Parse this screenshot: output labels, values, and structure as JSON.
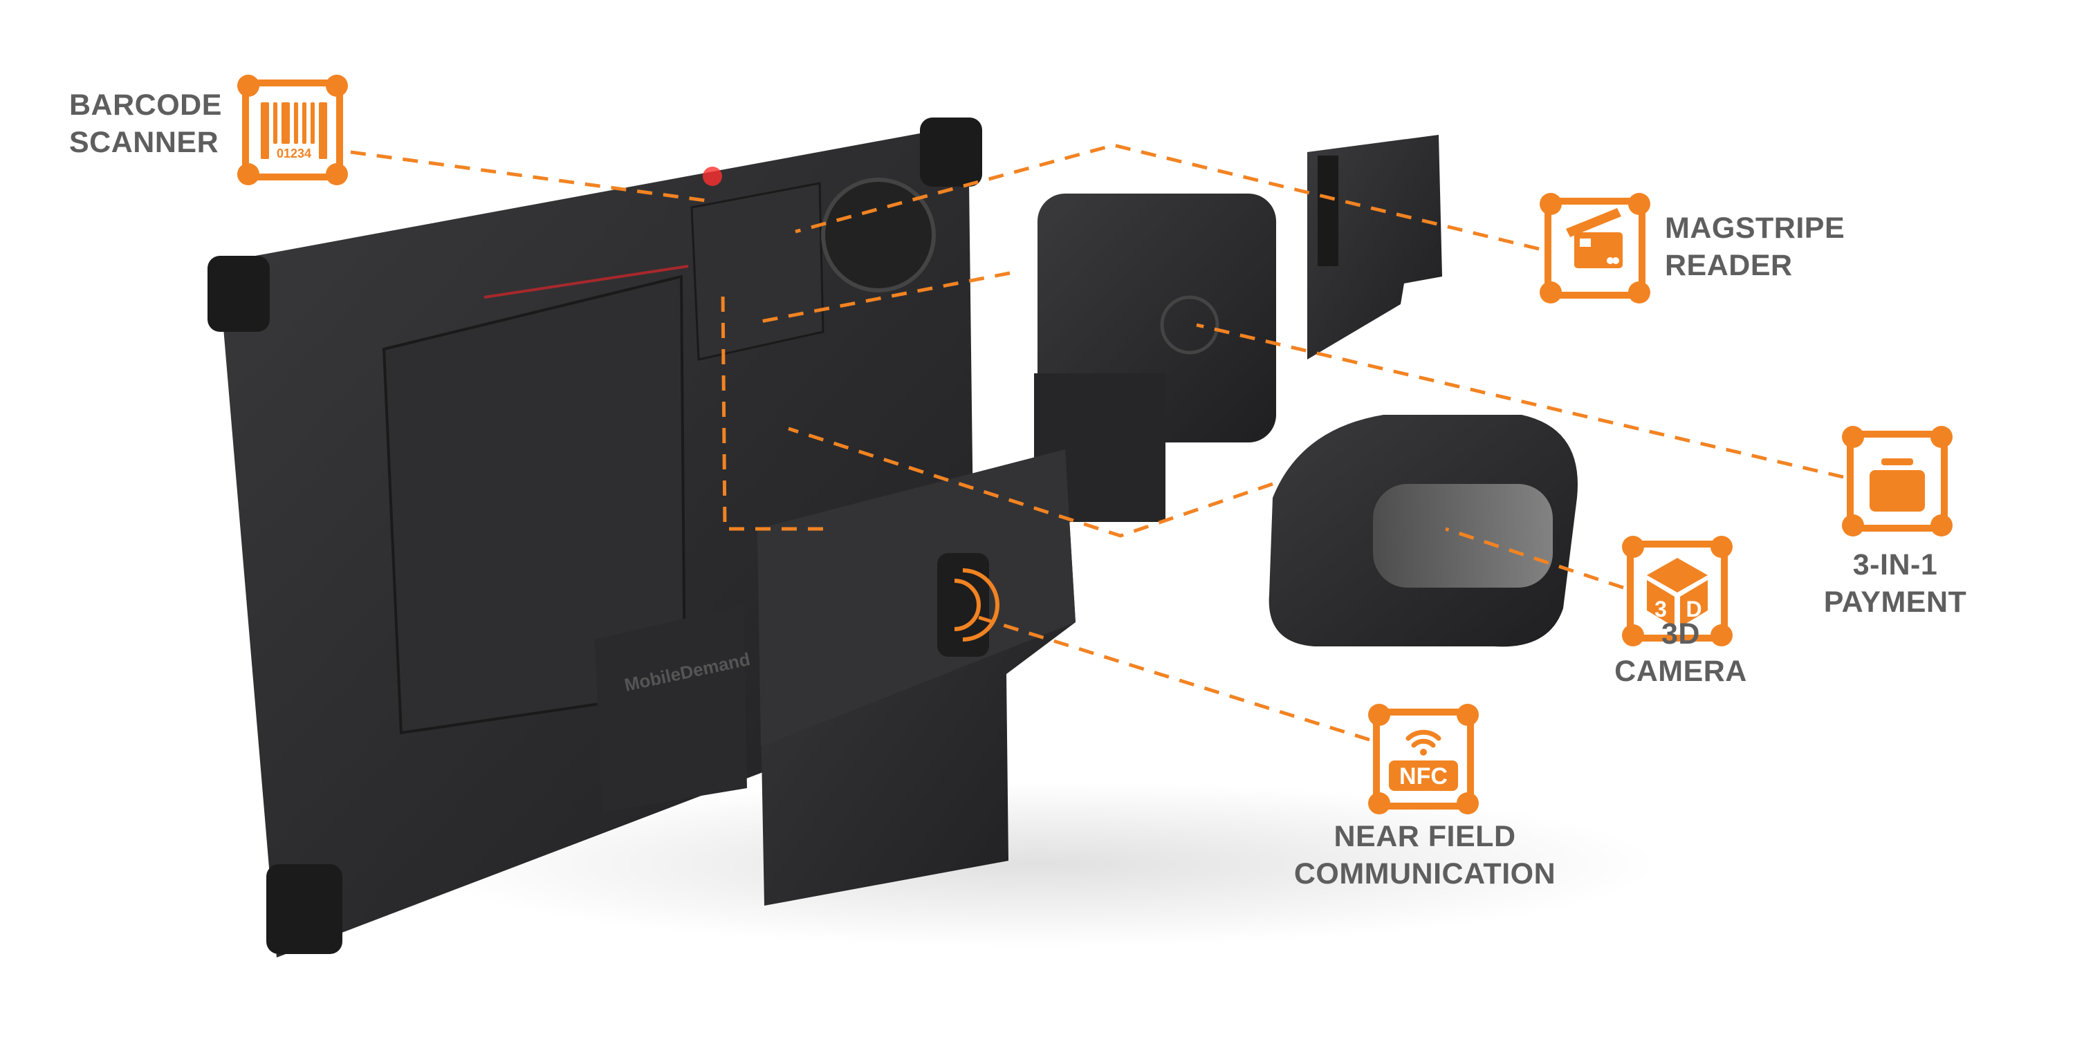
{
  "colors": {
    "accent": "#F28322",
    "label_text": "#5E5E5E",
    "device": "#2b2b2d"
  },
  "callouts": [
    {
      "id": "barcode",
      "icon": "barcode-icon",
      "icon_text": "01234",
      "lines": [
        "BARCODE",
        "SCANNER"
      ]
    },
    {
      "id": "magstripe",
      "icon": "credit-card-icon",
      "lines": [
        "MAGSTRIPE",
        "READER"
      ]
    },
    {
      "id": "payment",
      "icon": "payment-terminal-icon",
      "lines": [
        "3-IN-1",
        "PAYMENT"
      ]
    },
    {
      "id": "camera",
      "icon": "3d-cube-icon",
      "icon_text": "3D",
      "lines": [
        "3D",
        "CAMERA"
      ]
    },
    {
      "id": "nfc",
      "icon": "nfc-wifi-icon",
      "icon_text": "NFC",
      "lines": [
        "NEAR FIELD",
        "COMMUNICATION"
      ]
    }
  ],
  "branding": {
    "module_logo": "MobileDemand"
  }
}
